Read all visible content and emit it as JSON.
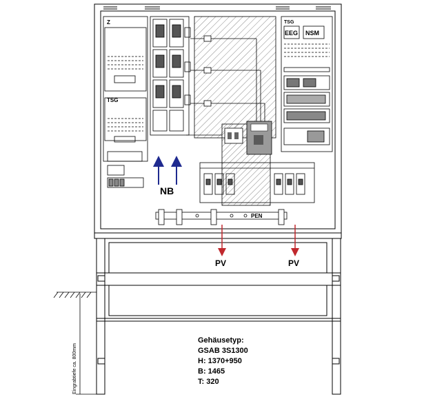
{
  "labels": {
    "z": "Z",
    "tsg1": "TSG",
    "eeg": "EEG",
    "nsm": "NSM",
    "tsg2": "TSG",
    "nb": "NB",
    "pen": "PEN",
    "pv1": "PV",
    "pv2": "PV",
    "depth": "Eingrabtiefe ca. 800mm"
  },
  "housing": {
    "title": "Gehäusetyp:",
    "model": "GSAB 3S1300",
    "height": "H: 1370+950",
    "width": "B: 1465",
    "depth": "T: 320"
  },
  "colors": {
    "line": "#000000",
    "nb_arrow": "#1f2a8f",
    "pv_arrow": "#c0282d",
    "hatch": "#555555",
    "component_grey": "#8a8a8a"
  }
}
